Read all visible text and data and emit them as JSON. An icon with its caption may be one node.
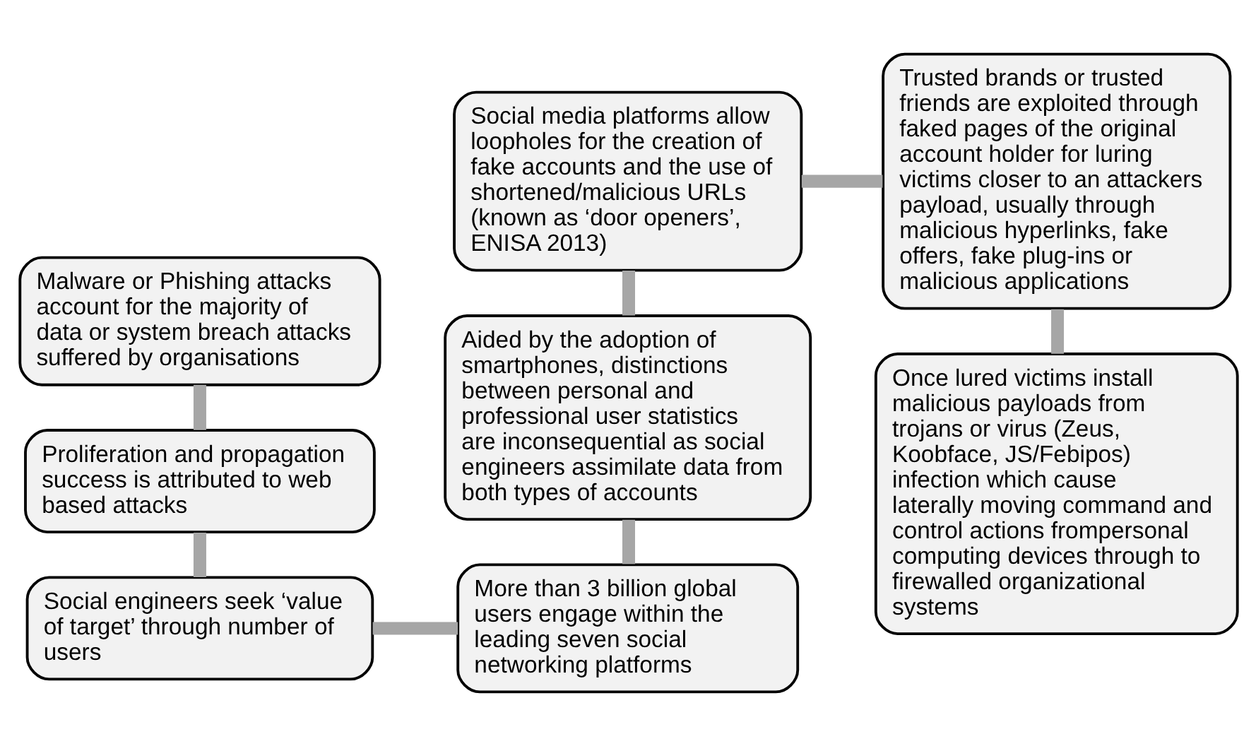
{
  "diagram": {
    "nodes": [
      {
        "text": [
          "Malware or Phishing attacks account for the majority of data or system breach attacks suffered by organisations"
        ]
      },
      {
        "text": [
          "Proliferation and propagation success is attributed to web based attacks"
        ]
      },
      {
        "text": [
          "Social engineers seek ‘value of target’ through number of users"
        ]
      },
      {
        "text": [
          "More than 3 billion global users engage within the leading seven social networking platforms"
        ]
      },
      {
        "text": [
          "Aided by the adoption of smartphones, distinctions between personal and professional user statistics are inconsequential as social engineers assimilate data from both types of accounts"
        ]
      },
      {
        "text": [
          "Social media platforms allow loopholes for the creation of fake accounts and the use of shortened/malicious URLs (known as ‘door openers’, ENISA 2013)"
        ]
      },
      {
        "text": [
          "Trusted brands or trusted friends are exploited through faked pages of the original account holder for luring victims closer to an attackers payload, usually through malicious hyperlinks, fake offers, fake plug-ins or malicious applications"
        ]
      },
      {
        "text": [
          "Once lured victims install malicious payloads from trojans or virus (Zeus, Koobface, JS/Febipos) infection which cause laterally moving command and control actions frompersonal computing devices through to firewalled organizational systems"
        ]
      }
    ],
    "edges": [
      {
        "from": 0,
        "to": 1,
        "arrow": "none"
      },
      {
        "from": 1,
        "to": 2,
        "arrow": "none"
      },
      {
        "from": 2,
        "to": 3,
        "arrow": "none"
      },
      {
        "from": 3,
        "to": 4,
        "arrow": "none"
      },
      {
        "from": 4,
        "to": 5,
        "arrow": "none"
      },
      {
        "from": 5,
        "to": 6,
        "arrow": "none"
      },
      {
        "from": 6,
        "to": 7,
        "arrow": "none"
      }
    ]
  }
}
